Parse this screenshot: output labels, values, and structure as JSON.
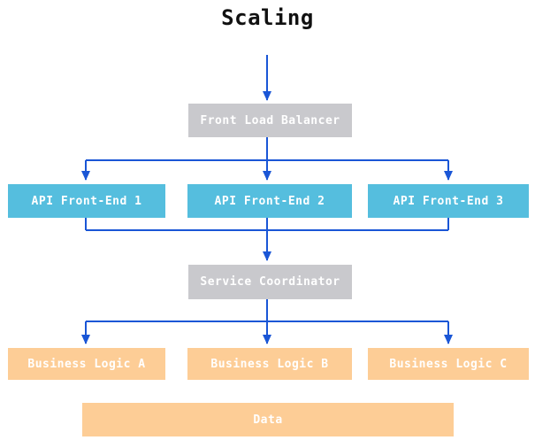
{
  "diagram": {
    "title": "Scaling",
    "colors": {
      "node_gray": "#c9c9cd",
      "node_blue": "#55bede",
      "node_orange": "#fdcd96",
      "edge_blue": "#1a56d6",
      "text_white": "#ffffff",
      "title_black": "#111111"
    },
    "nodes": {
      "front_load_balancer": {
        "label": "Front Load Balancer",
        "color": "#c9c9cd"
      },
      "api_front_end_1": {
        "label": "API Front-End 1",
        "color": "#55bede"
      },
      "api_front_end_2": {
        "label": "API Front-End 2",
        "color": "#55bede"
      },
      "api_front_end_3": {
        "label": "API Front-End 3",
        "color": "#55bede"
      },
      "service_coordinator": {
        "label": "Service Coordinator",
        "color": "#c9c9cd"
      },
      "business_logic_a": {
        "label": "Business Logic A",
        "color": "#fdcd96"
      },
      "business_logic_b": {
        "label": "Business Logic B",
        "color": "#fdcd96"
      },
      "business_logic_c": {
        "label": "Business Logic C",
        "color": "#fdcd96"
      },
      "data": {
        "label": "Data",
        "color": "#fdcd96"
      }
    },
    "edges": [
      {
        "from": "title",
        "to": "Front Load Balancer"
      },
      {
        "from": "Front Load Balancer",
        "to": "API Front-End 1"
      },
      {
        "from": "Front Load Balancer",
        "to": "API Front-End 2"
      },
      {
        "from": "Front Load Balancer",
        "to": "API Front-End 3"
      },
      {
        "from": "API Front-End 1",
        "to": "Service Coordinator"
      },
      {
        "from": "API Front-End 2",
        "to": "Service Coordinator"
      },
      {
        "from": "API Front-End 3",
        "to": "Service Coordinator"
      },
      {
        "from": "Service Coordinator",
        "to": "Business Logic A"
      },
      {
        "from": "Service Coordinator",
        "to": "Business Logic B"
      },
      {
        "from": "Service Coordinator",
        "to": "Business Logic C"
      }
    ]
  }
}
